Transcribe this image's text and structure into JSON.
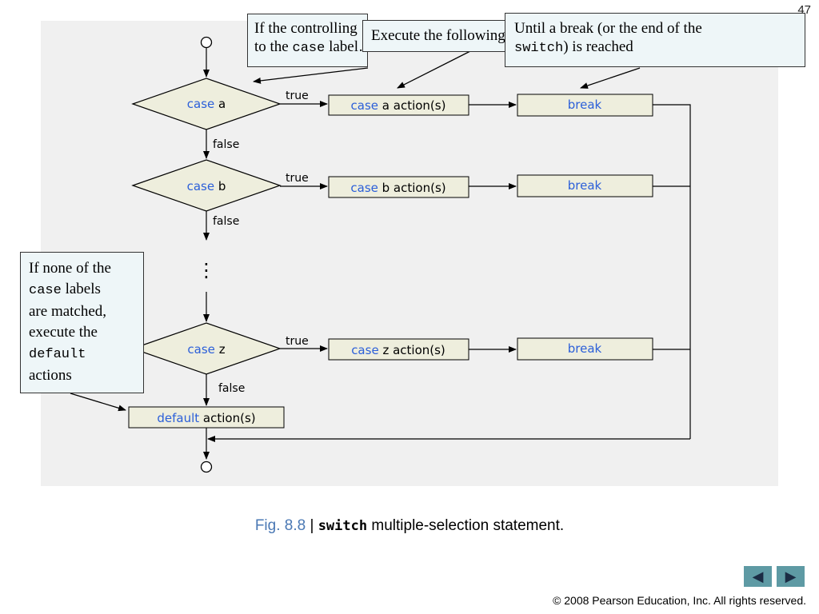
{
  "slide_number": "47",
  "diagram": {
    "nodes": {
      "decision_a": {
        "keyword": "case",
        "label": "a"
      },
      "decision_b": {
        "keyword": "case",
        "label": "b"
      },
      "decision_z": {
        "keyword": "case",
        "label": "z"
      },
      "action_a": {
        "keyword": "case",
        "label": "a action(s)"
      },
      "action_b": {
        "keyword": "case",
        "label": "b action(s)"
      },
      "action_z": {
        "keyword": "case",
        "label": "z action(s)"
      },
      "break_a": "break",
      "break_b": "break",
      "break_z": "break",
      "default_action": {
        "keyword": "default",
        "label": "action(s)"
      }
    },
    "edge_labels": {
      "true": "true",
      "false": "false"
    },
    "ellipsis": "⋮"
  },
  "callouts": {
    "controlling": {
      "line1": "If the controlling",
      "line2_pre": "to the ",
      "line2_code": "case",
      "line2_post": " label…"
    },
    "execute": {
      "line1": "Execute the following"
    },
    "until_break": {
      "line1": "Until a break (or the end of the",
      "line2_code": "switch",
      "line2_post": ") is reached"
    },
    "none_matched": {
      "line1": "If none of the",
      "line2_code": "case",
      "line2_post": " labels",
      "line3": "are matched,",
      "line4": "execute the",
      "line5_code": "default",
      "line6": "actions"
    }
  },
  "caption": {
    "fig_label": "Fig. 8.8",
    "separator": " | ",
    "code": "switch",
    "text": " multiple-selection statement."
  },
  "nav": {
    "prev_icon": "◀",
    "next_icon": "▶"
  },
  "copyright": "© 2008 Pearson Education, Inc.  All rights reserved.",
  "colors": {
    "panel_bg": "#f0f0f0",
    "node_fill": "#eeeedd",
    "keyword_blue": "#2b5fd9",
    "callout_bg": "#eef6f8",
    "nav_button": "#5e9aa4",
    "caption_blue": "#4a78b4"
  }
}
